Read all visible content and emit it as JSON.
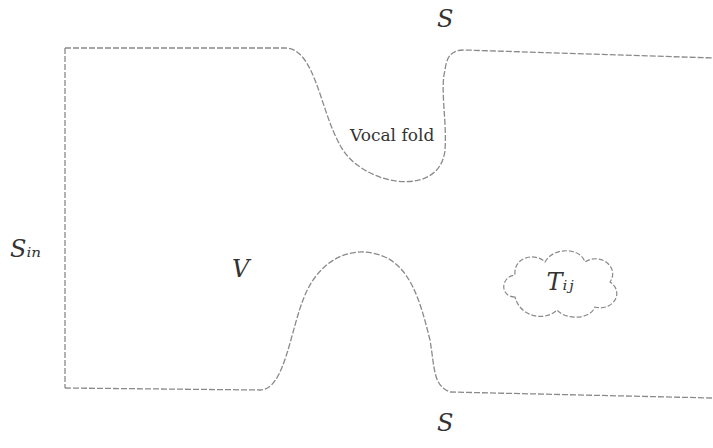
{
  "diagram": {
    "nodes": [
      {
        "text": [
          "Tᵢⱼ"
        ]
      }
    ],
    "labels": [
      "S",
      "S",
      "Sᵢₙ",
      "V",
      "Vocal fold"
    ]
  }
}
